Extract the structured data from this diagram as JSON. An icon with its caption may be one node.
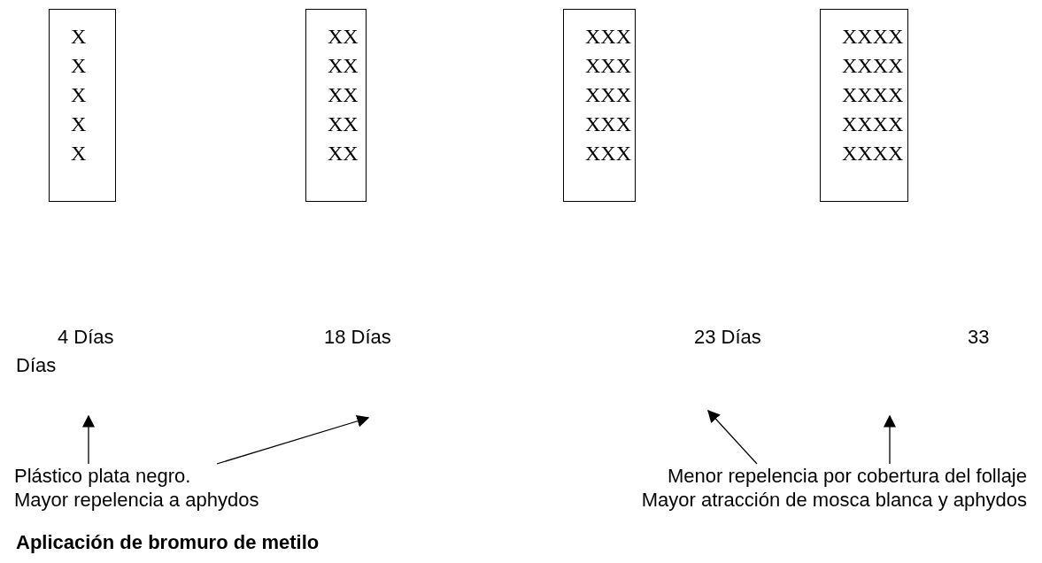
{
  "diagram": {
    "nodes": [
      {
        "text": [
          "X X X X X"
        ]
      },
      {
        "text": [
          "XX XX XX XX XX"
        ]
      },
      {
        "text": [
          "XXX XXX XXX XXX XXX"
        ]
      },
      {
        "text": [
          "XXXX XXXX XXXX XXXX XXXX"
        ]
      },
      {
        "text": [
          "Plástico plata negro.",
          "Mayor repelencia a aphydos"
        ]
      },
      {
        "text": [
          "Menor repelencia por cobertura del follaje",
          "Mayor atracción de mosca blanca y aphydos"
        ]
      }
    ],
    "edges": [
      {
        "from": 4,
        "to": null,
        "arrow": "to"
      },
      {
        "from": 4,
        "to": null,
        "arrow": "to"
      },
      {
        "from": 5,
        "to": null,
        "arrow": "to"
      },
      {
        "from": 5,
        "to": null,
        "arrow": "to"
      }
    ],
    "labels": [
      "4 Días",
      "18 Días",
      "23 Días",
      "33",
      "Días",
      "Aplicación de bromuro de metilo"
    ]
  }
}
